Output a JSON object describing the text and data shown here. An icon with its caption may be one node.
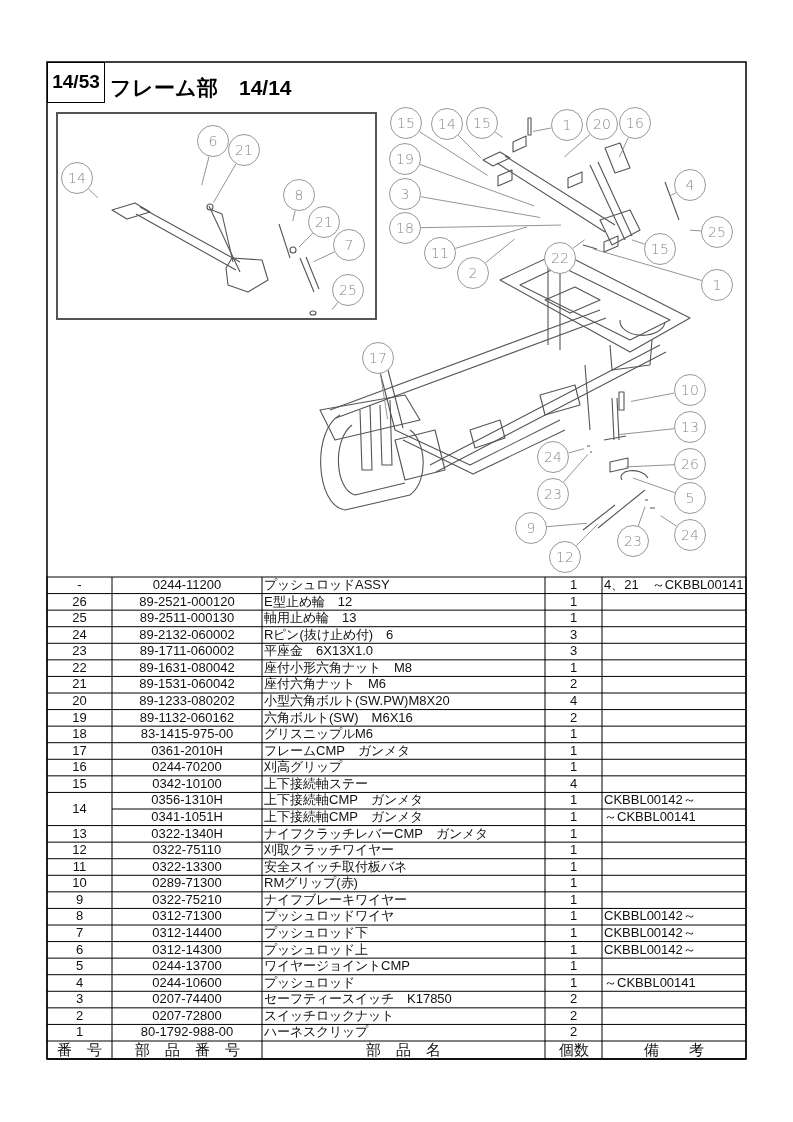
{
  "diagram": {
    "title": "フレーム部　14/14",
    "nodes": [
      {
        "text": [],
        "shape": "box"
      },
      {
        "text": [
          "6"
        ],
        "in": 0
      },
      {
        "text": [
          "21"
        ],
        "in": 0
      },
      {
        "text": [
          "14"
        ],
        "in": 0
      },
      {
        "text": [
          "8"
        ],
        "in": 0
      },
      {
        "text": [
          "21"
        ],
        "in": 0
      },
      {
        "text": [
          "7"
        ],
        "in": 0
      },
      {
        "text": [
          "25"
        ],
        "in": 0
      },
      {
        "text": [
          "15"
        ]
      },
      {
        "text": [
          "14"
        ]
      },
      {
        "text": [
          "15"
        ]
      },
      {
        "text": [
          "1"
        ]
      },
      {
        "text": [
          "20"
        ]
      },
      {
        "text": [
          "16"
        ]
      },
      {
        "text": [
          "19"
        ]
      },
      {
        "text": [
          "4"
        ]
      },
      {
        "text": [
          "3"
        ]
      },
      {
        "text": [
          "18"
        ]
      },
      {
        "text": [
          "25"
        ]
      },
      {
        "text": [
          "15"
        ]
      },
      {
        "text": [
          "22"
        ]
      },
      {
        "text": [
          "11"
        ]
      },
      {
        "text": [
          "2"
        ]
      },
      {
        "text": [
          "1"
        ]
      },
      {
        "text": [
          "17"
        ]
      },
      {
        "text": [
          "10"
        ]
      },
      {
        "text": [
          "13"
        ]
      },
      {
        "text": [
          "24"
        ]
      },
      {
        "text": [
          "26"
        ]
      },
      {
        "text": [
          "23"
        ]
      },
      {
        "text": [
          "5"
        ]
      },
      {
        "text": [
          "9"
        ]
      },
      {
        "text": [
          "23"
        ]
      },
      {
        "text": [
          "24"
        ]
      },
      {
        "text": [
          "12"
        ]
      }
    ],
    "edges": [
      {
        "from": 1,
        "to": null,
        "arrow": "none"
      },
      {
        "from": 2,
        "to": null,
        "arrow": "none"
      },
      {
        "from": 3,
        "to": null,
        "arrow": "none"
      },
      {
        "from": 4,
        "to": null,
        "arrow": "none"
      },
      {
        "from": 5,
        "to": null,
        "arrow": "none"
      },
      {
        "from": 6,
        "to": null,
        "arrow": "none"
      },
      {
        "from": 7,
        "to": null,
        "arrow": "none"
      },
      {
        "from": 8,
        "to": null,
        "arrow": "none"
      },
      {
        "from": 9,
        "to": null,
        "arrow": "none"
      },
      {
        "from": 10,
        "to": null,
        "arrow": "none"
      },
      {
        "from": 11,
        "to": null,
        "arrow": "none"
      },
      {
        "from": 12,
        "to": null,
        "arrow": "none"
      },
      {
        "from": 13,
        "to": null,
        "arrow": "none"
      },
      {
        "from": 14,
        "to": null,
        "arrow": "none"
      },
      {
        "from": 15,
        "to": null,
        "arrow": "none"
      },
      {
        "from": 16,
        "to": null,
        "arrow": "none"
      },
      {
        "from": 17,
        "to": null,
        "arrow": "none"
      },
      {
        "from": 18,
        "to": null,
        "arrow": "none"
      },
      {
        "from": 19,
        "to": null,
        "arrow": "none"
      },
      {
        "from": 20,
        "to": null,
        "arrow": "none"
      },
      {
        "from": 21,
        "to": null,
        "arrow": "none"
      },
      {
        "from": 22,
        "to": null,
        "arrow": "none"
      },
      {
        "from": 23,
        "to": null,
        "arrow": "none"
      },
      {
        "from": 24,
        "to": null,
        "arrow": "none"
      },
      {
        "from": 25,
        "to": null,
        "arrow": "none"
      },
      {
        "from": 26,
        "to": null,
        "arrow": "none"
      },
      {
        "from": 27,
        "to": null,
        "arrow": "none"
      },
      {
        "from": 28,
        "to": null,
        "arrow": "none"
      },
      {
        "from": 29,
        "to": null,
        "arrow": "none"
      },
      {
        "from": 30,
        "to": null,
        "arrow": "none"
      },
      {
        "from": 31,
        "to": null,
        "arrow": "none"
      },
      {
        "from": 32,
        "to": null,
        "arrow": "none"
      },
      {
        "from": 33,
        "to": null,
        "arrow": "none"
      },
      {
        "from": 34,
        "to": null,
        "arrow": "none"
      }
    ],
    "labels": [
      "14/53",
      "-",
      "0244-11200",
      "プッシュロッドASSY",
      "1",
      "4、21　～CKBBL00141",
      "26",
      "89-2521-000120",
      "E型止め輪　12",
      "1",
      "25",
      "89-2511-000130",
      "軸用止め輪　13",
      "1",
      "24",
      "89-2132-060002",
      "Rピン(抜け止め付)　6",
      "3",
      "23",
      "89-1711-060002",
      "平座金　6X13X1.0",
      "3",
      "22",
      "89-1631-080042",
      "座付小形六角ナット　M8",
      "1",
      "21",
      "89-1531-060042",
      "座付六角ナット　M6",
      "2",
      "20",
      "89-1233-080202",
      "小型六角ボルト(SW.PW)M8X20",
      "4",
      "19",
      "89-1132-060162",
      "六角ボルト(SW)　M6X16",
      "2",
      "18",
      "83-1415-975-00",
      "グリスニップルM6",
      "1",
      "17",
      "0361-2010H",
      "フレームCMP　ガンメタ",
      "1",
      "16",
      "0244-70200",
      "刈高グリップ",
      "1",
      "15",
      "0342-10100",
      "上下接続軸ステー",
      "4",
      "14",
      "0356-1310H",
      "上下接続軸CMP　ガンメタ",
      "1",
      "CKBBL00142～",
      "0341-1051H",
      "上下接続軸CMP　ガンメタ",
      "1",
      "～CKBBL00141",
      "13",
      "0322-1340H",
      "ナイフクラッチレバーCMP　ガンメタ",
      "1",
      "12",
      "0322-75110",
      "刈取クラッチワイヤー",
      "1",
      "11",
      "0322-13300",
      "安全スイッチ取付板バネ",
      "1",
      "10",
      "0289-71300",
      "RMグリップ(赤)",
      "1",
      "9",
      "0322-75210",
      "ナイフブレーキワイヤー",
      "1",
      "8",
      "0312-71300",
      "プッシュロッドワイヤ",
      "1",
      "CKBBL00142～",
      "7",
      "0312-14400",
      "プッシュロッド下",
      "1",
      "CKBBL00142～",
      "6",
      "0312-14300",
      "プッシュロッド上",
      "1",
      "CKBBL00142～",
      "5",
      "0244-13700",
      "ワイヤージョイントCMP",
      "1",
      "4",
      "0244-10600",
      "プッシュロッド",
      "1",
      "～CKBBL00141",
      "3",
      "0207-74400",
      "セーフティースイッチ　K17850",
      "2",
      "2",
      "0207-72800",
      "スイッチロックナット",
      "2",
      "1",
      "80-1792-988-00",
      "ハーネスクリップ",
      "2",
      "番　号",
      "部　品　番　号",
      "部　品　名",
      "個数",
      "備　　考"
    ]
  }
}
